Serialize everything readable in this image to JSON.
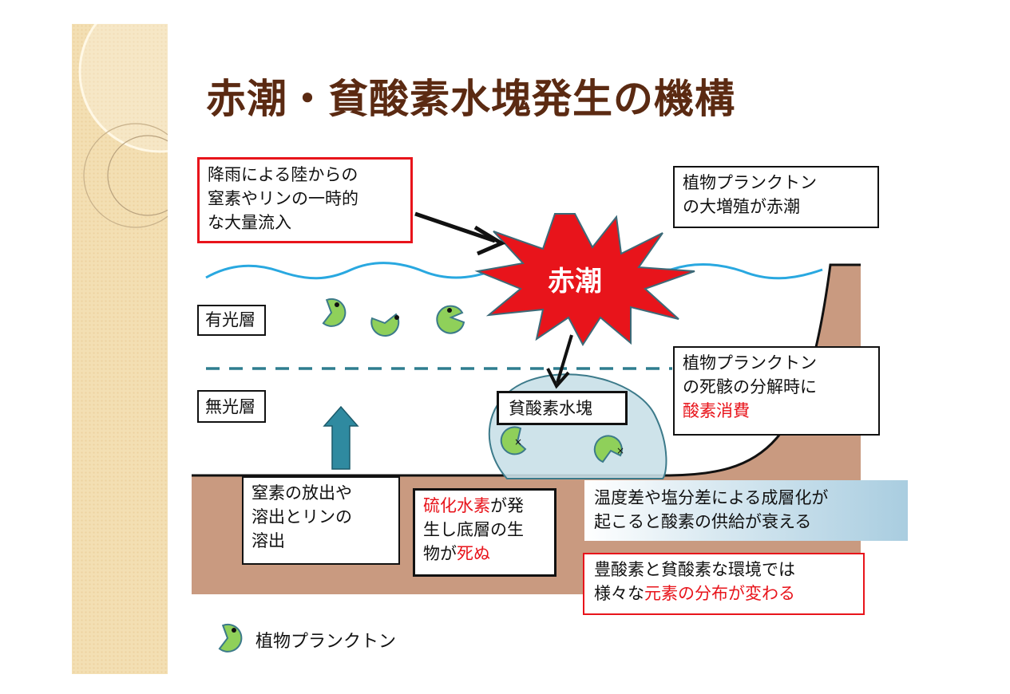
{
  "title": "赤潮・貧酸素水塊発生の機構",
  "colors": {
    "title": "#5b2a12",
    "red_tide": "#e8141b",
    "sediment": "#c99a80",
    "water_line": "#29a8e0",
    "hypoxic": "#c9e0e8",
    "plankton": "#8fd05a"
  },
  "boxes": {
    "inflow": {
      "lines": [
        "降雨による陸からの",
        "窒素やリンの一時的",
        "な大量流入"
      ]
    },
    "bloom": {
      "lines": [
        "植物プランクトン",
        "の大増殖が赤潮"
      ]
    },
    "red_tide_label": "赤潮",
    "photic_layer": "有光層",
    "aphotic_layer": "無光層",
    "hypoxic_water": "貧酸素水塊",
    "decomposition": {
      "lines": [
        "植物プランクトン",
        "の死骸の分解時に"
      ],
      "highlight": "酸素消費"
    },
    "release": {
      "lines": [
        "窒素の放出や",
        "溶出とリンの",
        "溶出"
      ]
    },
    "h2s": {
      "l1_red": "硫化水素",
      "l1_rest": "が発",
      "l2": "生し底層の生",
      "l3_pre": "物が",
      "l3_red": "死ぬ"
    },
    "stratification": {
      "lines": [
        "温度差や塩分差による成層化が",
        "起こると酸素の供給が衰える"
      ]
    },
    "elements": {
      "l1": "豊酸素と貧酸素な環境では",
      "l2_pre": "様々な",
      "l2_red": "元素の分布が変わる"
    }
  },
  "legend": {
    "label": "植物プランクトン",
    "icon": "plankton-icon"
  }
}
